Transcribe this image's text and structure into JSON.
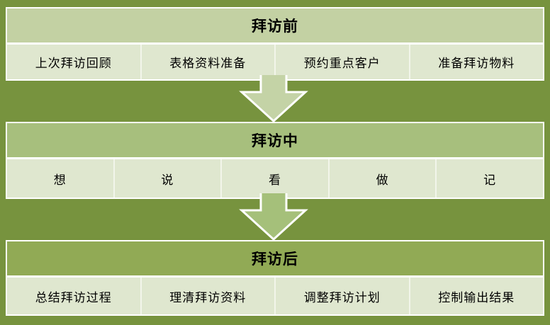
{
  "colors": {
    "background": "#77933e",
    "stage1_header_bg": "#c3d1a3",
    "stage2_header_bg": "#a7bf7d",
    "stage3_header_bg": "#91aa55",
    "subrow_bg": "#dfe7cf",
    "divider": "#f2f5ea",
    "arrow1_fill": "#c4d3a6",
    "arrow2_fill": "#a5c07a",
    "text": "#000000"
  },
  "stages": [
    {
      "title": "拜访前",
      "items": [
        "上次拜访回顾",
        "表格资料准备",
        "预约重点客户",
        "准备拜访物料"
      ]
    },
    {
      "title": "拜访中",
      "items": [
        "想",
        "说",
        "看",
        "做",
        "记"
      ]
    },
    {
      "title": "拜访后",
      "items": [
        "总结拜访过程",
        "理清拜访资料",
        "调整拜访计划",
        "控制输出结果"
      ]
    }
  ]
}
